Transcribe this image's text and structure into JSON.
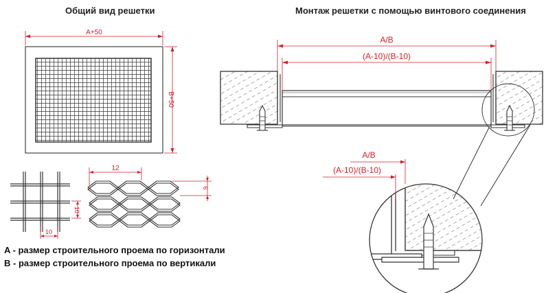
{
  "titles": {
    "general_view": "Общий вид решетки",
    "mounting": "Монтаж решетки с помощью винтового соединения"
  },
  "dimensions": {
    "grille_width": "A+50",
    "grille_height": "B+50",
    "opening": "A/B",
    "grille_body": "(A-10)/(B-10)",
    "mesh_pitch": "10",
    "mesh_pitch_side": "10",
    "cell_length": "12",
    "cell_height": "6"
  },
  "legend": {
    "a": "A - размер строительного проема по горизонтали",
    "b": "B - размер строительного проема по вертикали"
  },
  "colors": {
    "dimension": "#d21f2a",
    "line": "#333333",
    "hatch": "#444444"
  }
}
